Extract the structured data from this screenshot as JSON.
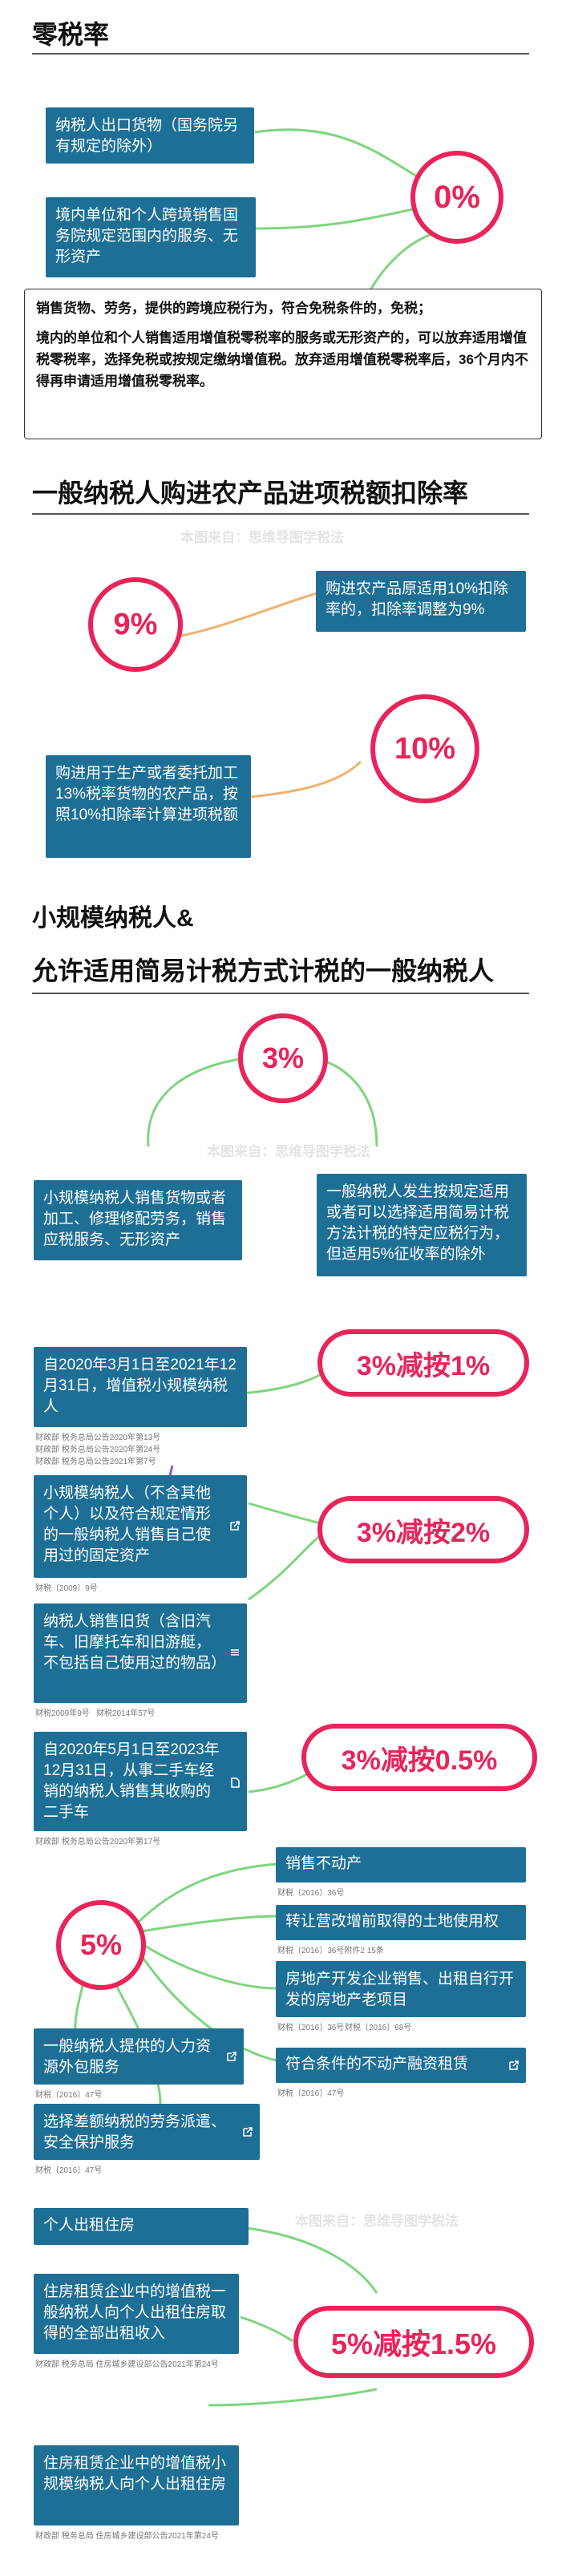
{
  "section1": {
    "title": "零税率",
    "box_export": "纳税人出口货物（国务院另有规定的除外）",
    "box_cross_border": "境内单位和个人跨境销售国务院规定范围内的服务、无形资产",
    "rate": "0%",
    "note_p1": "销售货物、劳务，提供的跨境应税行为，符合免税条件的，免税；",
    "note_p2": "境内的单位和个人销售适用增值税零税率的服务或无形资产的，可以放弃适用增值税零税率，选择免税或按规定缴纳增值税。放弃适用增值税零税率后，36个月内不得再申请适用增值税零税率。"
  },
  "section2": {
    "title": "一般纳税人购进农产品进项税额扣除率",
    "watermark": "本图来自：思维导图学税法",
    "rate_9": "9%",
    "box_9": "购进农产品原适用10%扣除率的，扣除率调整为9%",
    "rate_10": "10%",
    "box_10": "购进用于生产或者委托加工13%税率货物的农产品，按照10%扣除率计算进项税额"
  },
  "section3": {
    "title_line1": "小规模纳税人&",
    "title_line2": "允许适用简易计税方式计税的一般纳税人",
    "watermark1": "本图来自：思维导图学税法",
    "watermark2": "本图来自：思维导图学税法",
    "rate_3": "3%",
    "box_small": "小规模纳税人销售货物或者加工、修理修配劳务，销售应税服务、无形资产",
    "box_general": "一般纳税人发生按规定适用或者可以选择适用简易计税方法计税的特定应税行为，但适用5%征收率的除外",
    "box_2020": "自2020年3月1日至2021年12月31日，增值税小规模纳税人",
    "note_2020": "财政部 税务总局公告2020年第13号",
    "note_2020b": "财政部 税务总局公告2020年第24号",
    "note_2020c": "财政部 税务总局公告2021年第7号",
    "pill_3_1": "3%减按1%",
    "box_fixed_assets": "小规模纳税人（不含其他个人）以及符合规定情形的一般纳税人销售自己使用过的固定资产",
    "note_fixed": "财税〔2009〕9号",
    "pill_3_2": "3%减按2%",
    "box_used_goods": "纳税人销售旧货（含旧汽车、旧摩托车和旧游艇，不包括自己使用过的物品）",
    "note_used_a": "财税2009年9号",
    "note_used_b": "财税2014年57号",
    "box_used_cars": "自2020年5月1日至2023年12月31日，从事二手车经销的纳税人销售其收购的二手车",
    "note_used_cars": "财政部 税务总局公告2020年第17号",
    "pill_3_05": "3%减按0.5%",
    "rate_5": "5%",
    "box_real_estate": "销售不动产",
    "note_real_estate": "财税〔2016〕36号",
    "box_land": "转让营改增前取得的土地使用权",
    "note_land": "财税〔2016〕36号附件2 15条",
    "box_dev": "房地产开发企业销售、出租自行开发的房地产老项目",
    "note_dev_a": "财税〔2016〕36号",
    "note_dev_b": "财税〔2016〕68号",
    "box_hr": "一般纳税人提供的人力资源外包服务",
    "note_hr": "财税〔2016〕47号",
    "box_lease": "符合条件的不动产融资租赁",
    "note_lease": "财税〔2016〕47号",
    "box_dispatch": "选择差额纳税的劳务派遣、安全保护服务",
    "note_dispatch": "财税〔2016〕47号",
    "box_personal_rent": "个人出租住房",
    "watermark3": "本图来自：思维导图学税法",
    "box_rent_general": "住房租赁企业中的增值税一般纳税人向个人出租住房取得的全部出租收入",
    "note_rent_general": "财政部 税务总局 住房城乡建设部公告2021年第24号",
    "pill_5_15": "5%减按1.5%",
    "box_rent_small": "住房租赁企业中的增值税小规模纳税人向个人出租住房",
    "note_rent_small": "财政部 税务总局 住房城乡建设部公告2021年第24号"
  },
  "colors": {
    "box": "#1e6f96",
    "accent": "#e8245a",
    "green_line": "#7ed57e",
    "orange_line": "#f0b070",
    "purple_line": "#9b59b6"
  },
  "icons": {
    "external": "external-link-icon",
    "list": "list-icon",
    "doc": "document-icon"
  }
}
